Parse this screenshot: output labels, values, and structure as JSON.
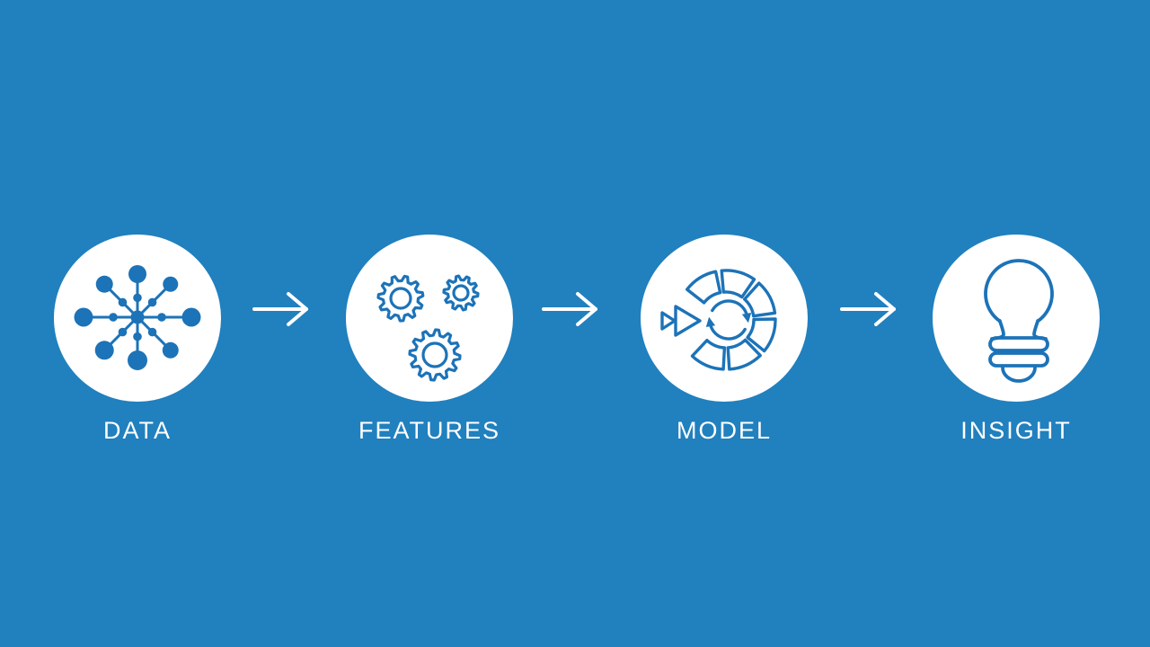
{
  "diagram": {
    "kind": "process-flow",
    "direction": "left-to-right"
  },
  "colors": {
    "background": "#2180BE",
    "icon_blue": "#1C73B8",
    "circle_fill": "#FFFFFF",
    "text": "#FFFFFF",
    "arrow": "#FFFFFF"
  },
  "steps": [
    {
      "label": "DATA",
      "icon": "data-network-icon"
    },
    {
      "label": "FEATURES",
      "icon": "gears-icon"
    },
    {
      "label": "MODEL",
      "icon": "model-cycle-icon"
    },
    {
      "label": "INSIGHT",
      "icon": "lightbulb-icon"
    }
  ],
  "arrows": [
    {
      "icon": "arrow-right-icon"
    },
    {
      "icon": "arrow-right-icon"
    },
    {
      "icon": "arrow-right-icon"
    }
  ]
}
